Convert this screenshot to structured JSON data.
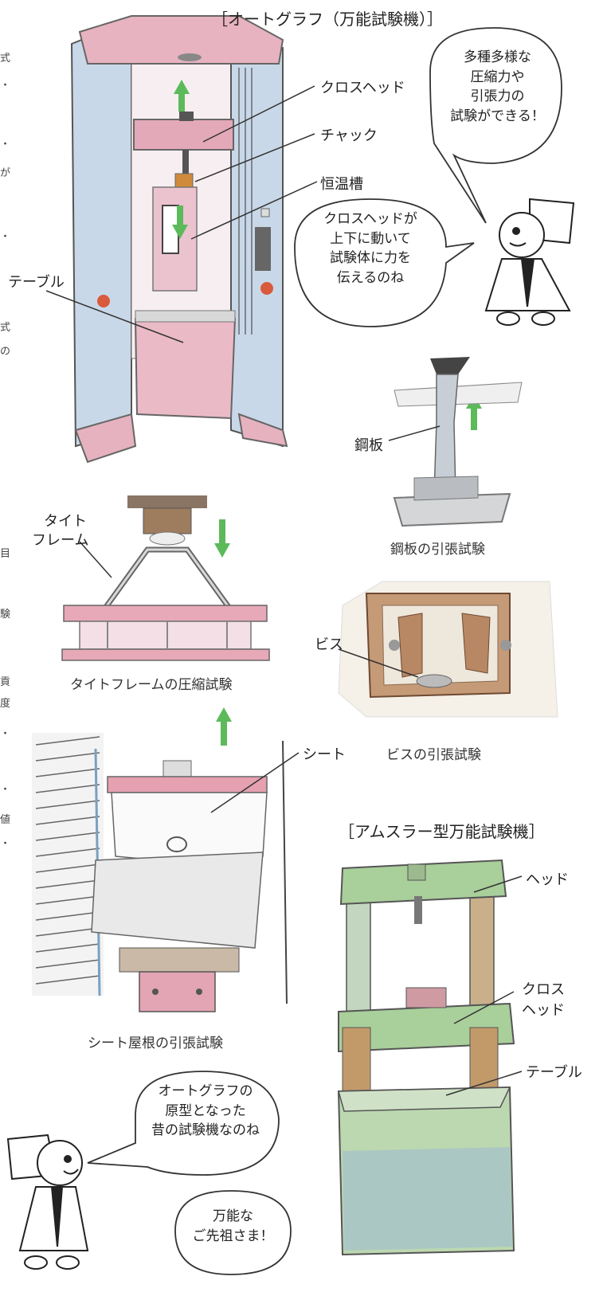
{
  "headings": {
    "autograph": "［オートグラフ（万能試験機）］",
    "amsler": "［アムスラー型万能試験機］"
  },
  "labels": {
    "crosshead": "クロスヘッド",
    "chuck": "チャック",
    "thermostatic_chamber": "恒温槽",
    "table": "テーブル",
    "steel_plate": "鋼板",
    "tight_frame_line1": "タイト",
    "tight_frame_line2": "フレーム",
    "screw": "ビス",
    "sheet": "シート",
    "amsler_head": "ヘッド",
    "amsler_crosshead_line1": "クロス",
    "amsler_crosshead_line2": "ヘッド",
    "amsler_table": "テーブル"
  },
  "captions": {
    "steel_plate_test": "鋼板の引張試験",
    "tight_frame_test": "タイトフレームの圧縮試験",
    "screw_test": "ビスの引張試験",
    "sheet_roof_test": "シート屋根の引張試験"
  },
  "bubbles": {
    "various_tests": "多種多様な\n圧縮力や\n引張力の\n試験ができる！",
    "crosshead_moves": "クロスヘッドが\n上下に動いて\n試験体に力を\n伝えるのね",
    "old_machine": "オートグラフの\n原型となった\n昔の試験機なのね",
    "ancestor": "万能な\nご先祖さま！"
  },
  "edge_text": [
    "式",
    "・",
    "・",
    "が",
    "・",
    "式",
    "の",
    "目",
    "験",
    "貢",
    "度",
    "・",
    "・",
    "値",
    "・"
  ],
  "colors": {
    "arrow_green": "#5cba5a",
    "frame_pink": "#e8b7c4",
    "frame_blue": "#c7d6e6",
    "amsler_green": "#a9cf9b",
    "table_blue": "#3f8fc6"
  }
}
